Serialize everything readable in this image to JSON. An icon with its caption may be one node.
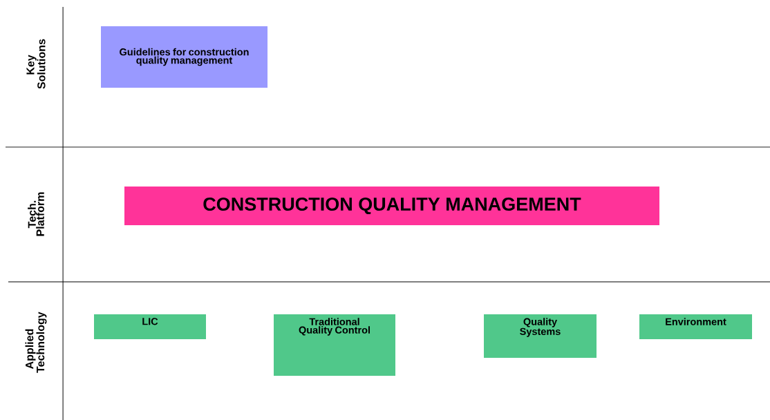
{
  "diagram": {
    "nodes": [
      {
        "text": [
          "Guidelines for construction quality management"
        ]
      },
      {
        "text": [
          "CONSTRUCTION QUALITY MANAGEMENT"
        ]
      },
      {
        "text": [
          "LIC"
        ]
      },
      {
        "text": [
          "Traditional Quality Control"
        ]
      },
      {
        "text": [
          "Quality Systems"
        ]
      },
      {
        "text": [
          "Environment"
        ]
      }
    ],
    "edges": [],
    "labels": [
      "Key Solutions",
      "Tech. Platform",
      "Applied Technology"
    ]
  }
}
